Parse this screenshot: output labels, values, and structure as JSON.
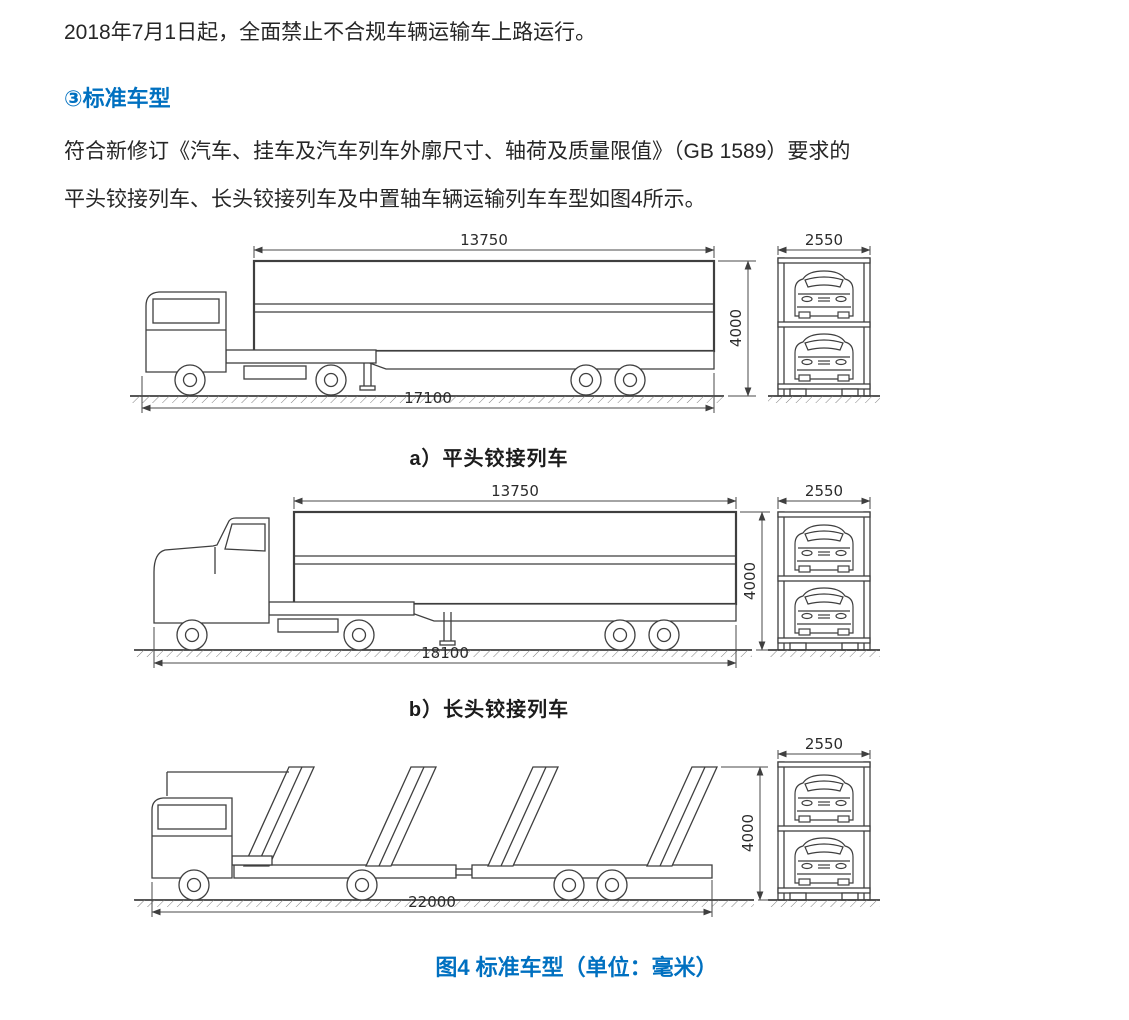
{
  "accent_color": "#0070C0",
  "intro": {
    "text": "2018年7月1日起，全面禁止不合规车辆运输车上路运行。"
  },
  "section": {
    "heading": "③标准车型",
    "body_line1": "符合新修订《汽车、挂车及汽车列车外廓尺寸、轴荷及质量限值》（GB 1589）要求的",
    "body_line2": "平头铰接列车、长头铰接列车及中置轴车辆运输列车车型如图4所示。"
  },
  "figure": {
    "caption": "图4 标准车型（单位：毫米）",
    "diagrams": [
      {
        "label": "a）平头铰接列车",
        "trailer_length": "13750",
        "height": "4000",
        "total_length": "17100",
        "width": "2550"
      },
      {
        "label": "b）长头铰接列车",
        "trailer_length": "13750",
        "height": "4000",
        "total_length": "18100",
        "width": "2550"
      },
      {
        "height": "4000",
        "total_length": "22000",
        "width": "2550"
      }
    ]
  }
}
